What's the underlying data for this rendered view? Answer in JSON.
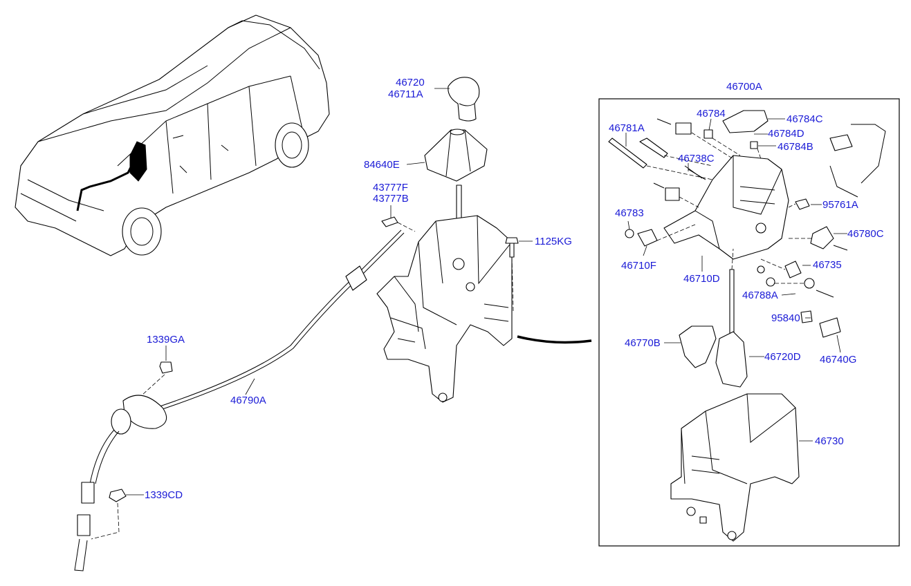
{
  "labels": {
    "p46720": "46720",
    "p46711A": "46711A",
    "p84640E": "84640E",
    "p43777F": "43777F",
    "p43777B": "43777B",
    "p1125KG": "1125KG",
    "p1339GA": "1339GA",
    "p46790A": "46790A",
    "p1339CD": "1339CD",
    "p46700A": "46700A",
    "p46781A": "46781A",
    "p46784": "46784",
    "p46784C": "46784C",
    "p46784D": "46784D",
    "p46784B": "46784B",
    "p46738C": "46738C",
    "p95761A": "95761A",
    "p46783": "46783",
    "p46780C": "46780C",
    "p46710F": "46710F",
    "p46710D": "46710D",
    "p46735": "46735",
    "p46788A": "46788A",
    "p95840": "95840",
    "p46770B": "46770B",
    "p46720D": "46720D",
    "p46740G": "46740G",
    "p46730": "46730"
  },
  "colors": {
    "label_text": "#1a1ad6",
    "line_art": "#000000",
    "background": "#ffffff"
  }
}
